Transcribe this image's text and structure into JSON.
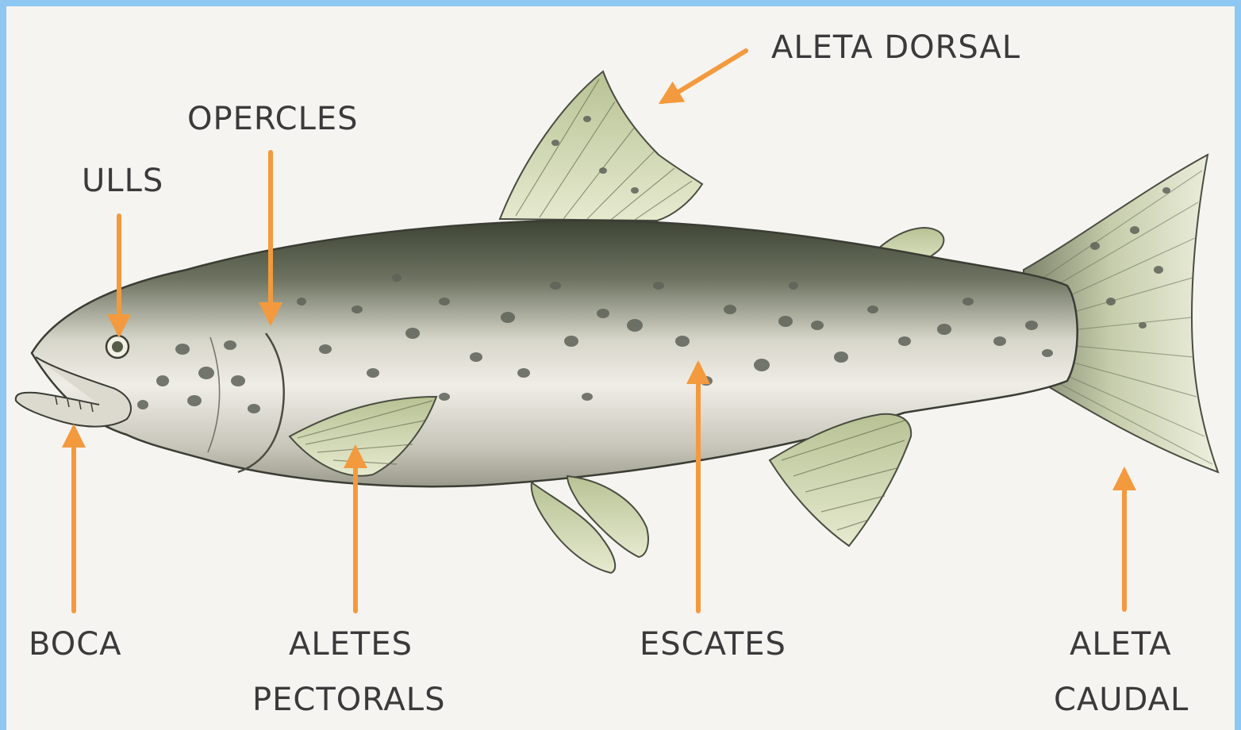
{
  "labels": {
    "aleta_dorsal": "ALETA  DORSAL",
    "opercles": "OPERCLES",
    "ulls": "ULLS",
    "boca": "BOCA",
    "aletes_pectorals_1": "ALETES",
    "aletes_pectorals_2": "PECTORALS",
    "escates": "ESCATES",
    "aleta_caudal_1": "ALETA",
    "aleta_caudal_2": "CAUDAL"
  },
  "colors": {
    "arrow": "#f39a3e",
    "background": "#f6f4f1",
    "border": "#8ec8f2",
    "fish_back": "#3e4434",
    "fish_belly": "#f2f0ea",
    "fin": "#c9d2a8",
    "spot": "#5e6258",
    "label_text": "#3a3a3a"
  }
}
